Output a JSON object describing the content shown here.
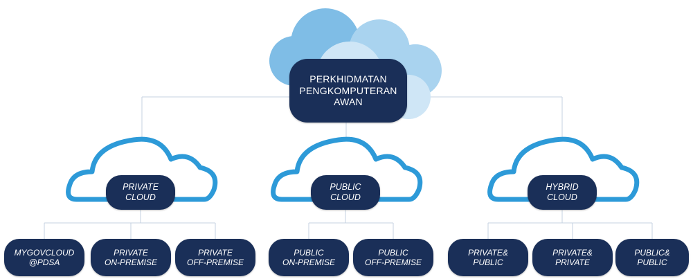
{
  "palette": {
    "pill_fill": "#1a2f58",
    "cloud_outline": "#2d9ad8",
    "cloud_light": "#a9d3ef",
    "cloud_mid": "#7fbde6",
    "connector": "#c4d2e0"
  },
  "root": {
    "icon": "cloud-cluster-icon",
    "lines": [
      "PERKHIDMATAN",
      "PENGKOMPUTERAN",
      "AWAN"
    ]
  },
  "categories": [
    {
      "icon": "cloud-outline-icon",
      "lines": [
        "PRIVATE",
        "CLOUD"
      ],
      "children": [
        {
          "lines": [
            "MYGOVCLOUD",
            "@PDSA"
          ]
        },
        {
          "lines": [
            "PRIVATE",
            "ON-PREMISE"
          ]
        },
        {
          "lines": [
            "PRIVATE",
            "OFF-PREMISE"
          ]
        }
      ]
    },
    {
      "icon": "cloud-outline-icon",
      "lines": [
        "PUBLIC",
        "CLOUD"
      ],
      "children": [
        {
          "lines": [
            "PUBLIC",
            "ON-PREMISE"
          ]
        },
        {
          "lines": [
            "PUBLIC",
            "OFF-PREMISE"
          ]
        }
      ]
    },
    {
      "icon": "cloud-outline-icon",
      "lines": [
        "HYBRID",
        "CLOUD"
      ],
      "children": [
        {
          "lines": [
            "PRIVATE&",
            "PUBLIC"
          ]
        },
        {
          "lines": [
            "PRIVATE&",
            "PRIVATE"
          ]
        },
        {
          "lines": [
            "PUBLIC&",
            "PUBLIC"
          ]
        }
      ]
    }
  ]
}
